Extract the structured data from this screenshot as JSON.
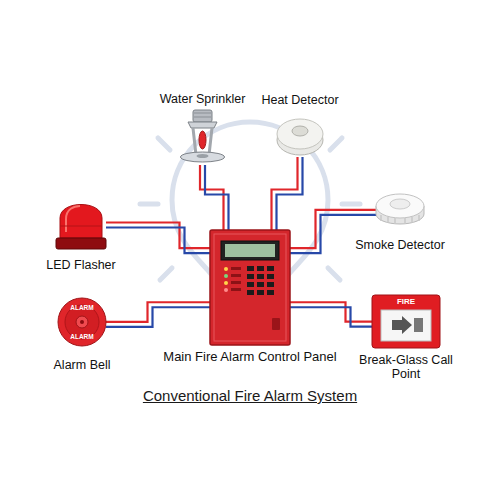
{
  "diagram": {
    "title": "Conventional Fire Alarm System",
    "nodes": [
      {
        "text": [
          "Water Sprinkler"
        ]
      },
      {
        "text": [
          "Heat Detector"
        ]
      },
      {
        "text": [
          "Smoke Detector"
        ]
      },
      {
        "text": [
          "LED Flasher"
        ]
      },
      {
        "text": [
          "Main Fire Alarm Control Panel"
        ]
      },
      {
        "text": [
          "ALARM",
          "ALARM",
          "Alarm Bell"
        ]
      },
      {
        "text": [
          "FIRE",
          "Break-Glass Call Point"
        ]
      }
    ],
    "edges": [
      {
        "from": 4,
        "to": 0,
        "arrow": "none"
      },
      {
        "from": 4,
        "to": 1,
        "arrow": "none"
      },
      {
        "from": 4,
        "to": 2,
        "arrow": "none"
      },
      {
        "from": 4,
        "to": 3,
        "arrow": "none"
      },
      {
        "from": 4,
        "to": 5,
        "arrow": "none"
      },
      {
        "from": 4,
        "to": 6,
        "arrow": "none"
      }
    ]
  }
}
